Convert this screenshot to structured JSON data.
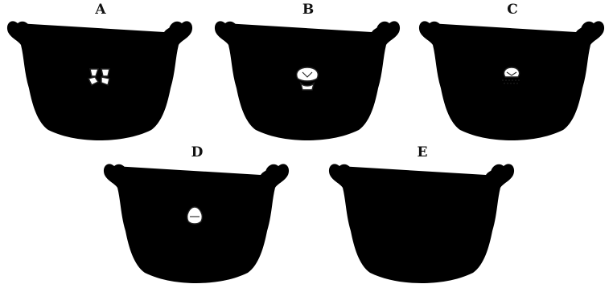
{
  "panels": [
    {
      "label": "A",
      "tooth_state": "four-fragments",
      "arrow": true
    },
    {
      "label": "B",
      "tooth_state": "crown-with-separated-pieces",
      "arrow": true
    },
    {
      "label": "C",
      "tooth_state": "crown-with-dotted-fragments",
      "arrow": true
    },
    {
      "label": "D",
      "tooth_state": "single-crown",
      "arrow": true
    },
    {
      "label": "E",
      "tooth_state": "none",
      "arrow": false
    }
  ]
}
